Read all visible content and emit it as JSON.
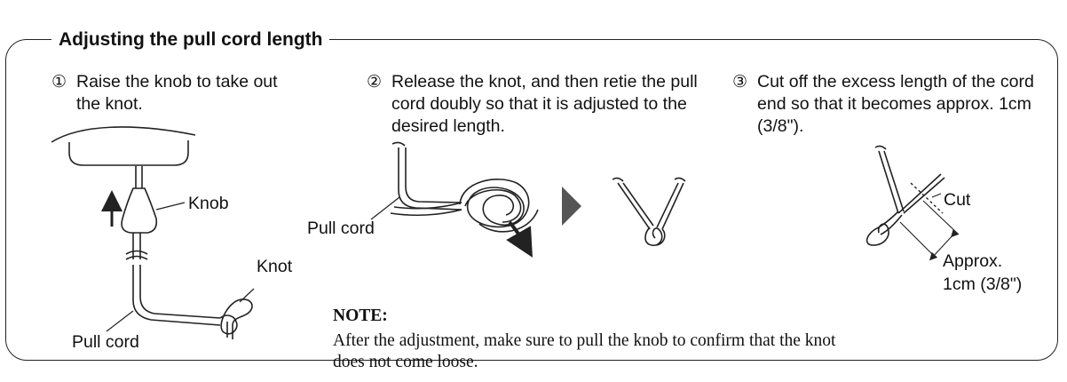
{
  "title": "Adjusting the pull cord length",
  "steps": [
    {
      "num": "①",
      "text": "Raise the knob to take out the knot."
    },
    {
      "num": "②",
      "text": "Release the knot, and then retie the pull cord doubly so that it is adjusted to the desired length."
    },
    {
      "num": "③",
      "text": "Cut off the excess length of the cord end so that it becomes approx. 1cm (3/8\")."
    }
  ],
  "labels": {
    "knob": "Knob",
    "knot": "Knot",
    "pull_cord_1": "Pull cord",
    "pull_cord_2": "Pull cord",
    "cut": "Cut",
    "approx_line1": "Approx.",
    "approx_line2": "1cm (3/8\")"
  },
  "note": {
    "heading": "NOTE:",
    "line1": "After the adjustment, make sure to pull the knob to confirm that the knot",
    "line2": "does not come loose."
  }
}
